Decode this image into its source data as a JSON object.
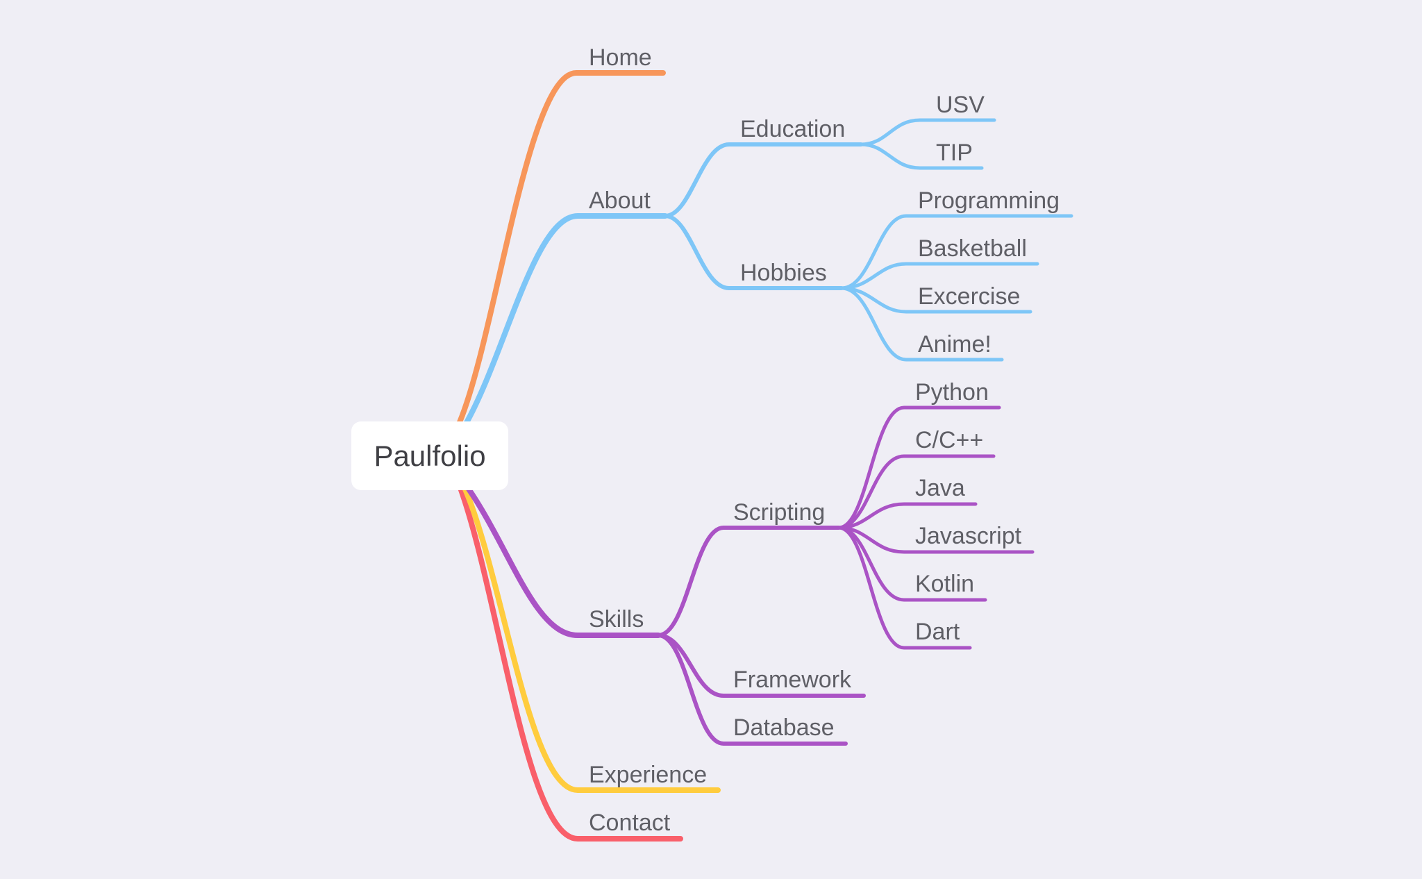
{
  "root": {
    "label": "Paulfolio"
  },
  "colors": {
    "home": "#f7965a",
    "about": "#7ec6f7",
    "skills": "#aa53c5",
    "experience": "#ffcc3e",
    "contact": "#f95f6a",
    "background": "#efeef5",
    "text": "#5f5f66"
  },
  "branches": {
    "home": {
      "label": "Home"
    },
    "about": {
      "label": "About",
      "education": {
        "label": "Education",
        "usv": "USV",
        "tip": "TIP"
      },
      "hobbies": {
        "label": "Hobbies",
        "programming": "Programming",
        "basketball": "Basketball",
        "excercise": "Excercise",
        "anime": "Anime!"
      }
    },
    "skills": {
      "label": "Skills",
      "scripting": {
        "label": "Scripting",
        "python": "Python",
        "cpp": "C/C++",
        "java": "Java",
        "javascript": "Javascript",
        "kotlin": "Kotlin",
        "dart": "Dart"
      },
      "framework": "Framework",
      "database": "Database"
    },
    "experience": {
      "label": "Experience"
    },
    "contact": {
      "label": "Contact"
    }
  }
}
